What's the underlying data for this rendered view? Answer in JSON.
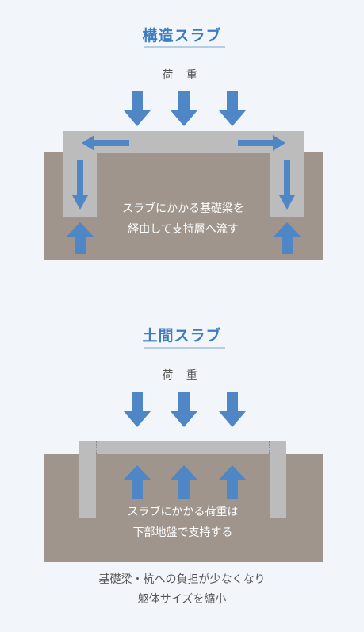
{
  "colors": {
    "title": "#3d7cc0",
    "arrow": "#4f86c6",
    "ground": "#9f958c",
    "slab": "#bcbcbc",
    "background": "#f2f5f9"
  },
  "structural_slab": {
    "title": "構造スラブ",
    "load_label": "荷 重",
    "caption_lines": [
      "スラブにかかる基礎梁を",
      "経由して支持層へ流す"
    ]
  },
  "ground_slab": {
    "title": "土間スラブ",
    "load_label": "荷 重",
    "caption_lines": [
      "スラブにかかる荷重は",
      "下部地盤で支持する"
    ]
  },
  "note_lines": [
    "基礎梁・杭への負担が少なくなり",
    "躯体サイズを縮小"
  ]
}
